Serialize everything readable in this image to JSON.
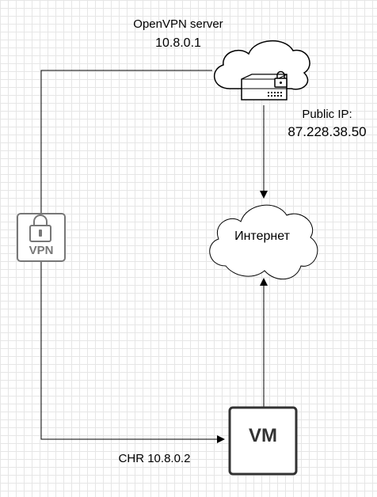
{
  "openvpn_server": {
    "title": "OpenVPN server",
    "ip": "10.8.0.1",
    "icon": "cloud-server-lock-icon"
  },
  "public_ip": {
    "label": "Public IP:",
    "value": "87.228.38.50"
  },
  "internet": {
    "label": "Интернет",
    "icon": "cloud-icon"
  },
  "vpn": {
    "label": "VPN",
    "icon": "lock-icon"
  },
  "vm": {
    "label": "VM"
  },
  "chr": {
    "label": "CHR 10.8.0.2"
  },
  "colors": {
    "stroke": "#000000",
    "icon_stroke": "#333333",
    "vpn_gray": "#777777",
    "grid": "#e6e6e6"
  }
}
